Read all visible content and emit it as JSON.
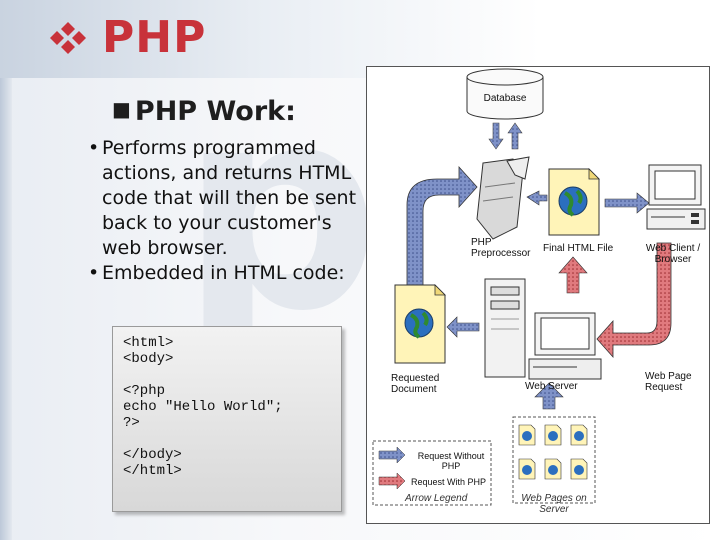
{
  "slide": {
    "title": "PHP",
    "subtitle": "PHP Work:",
    "watermark": "pl",
    "bullets": [
      "Performs programmed actions, and returns HTML code that will then be sent back to your customer's web browser.",
      "Embedded in HTML code:"
    ],
    "code_lines": [
      "<html>",
      "<body>",
      "",
      "<?php",
      "echo \"Hello World\";",
      "?>",
      "",
      "</body>",
      "</html>"
    ]
  },
  "diagram": {
    "labels": {
      "database": "Database",
      "php_preprocessor_1": "PHP",
      "php_preprocessor_2": "Preprocessor",
      "final_html": "Final HTML File",
      "web_client_1": "Web Client /",
      "web_client_2": "Browser",
      "requested_doc_1": "Requested",
      "requested_doc_2": "Document",
      "web_server": "Web Server",
      "web_page_request_1": "Web Page",
      "web_page_request_2": "Request",
      "legend_without_1": "Request Without",
      "legend_without_2": "PHP",
      "legend_with": "Request With PHP",
      "legend_title": "Arrow Legend",
      "pages_1": "Web Pages on",
      "pages_2": "Server"
    }
  },
  "colors": {
    "title": "#c8323a",
    "diamond": "#c8323a",
    "arrow_blue": "#5a6ea8",
    "arrow_red": "#c04448",
    "file_yellow": "#fff4b8"
  }
}
